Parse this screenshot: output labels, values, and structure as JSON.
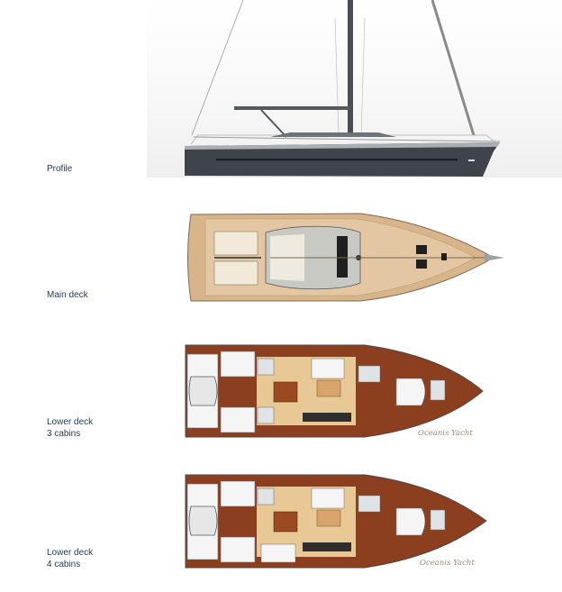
{
  "sections": {
    "profile": {
      "label": "Profile"
    },
    "main_deck": {
      "label": "Main deck"
    },
    "lower_3": {
      "label_line1": "Lower deck",
      "label_line2": "3 cabins",
      "logo_text": "Oceanis Yacht"
    },
    "lower_4": {
      "label_line1": "Lower deck",
      "label_line2": "4 cabins",
      "logo_text": "Oceanis Yacht"
    }
  },
  "colors": {
    "hull": "#3f444a",
    "teak": "#d7b48a",
    "wood": "#8c3f1e",
    "sole": "#e8c995",
    "label": "#1d3a57"
  }
}
